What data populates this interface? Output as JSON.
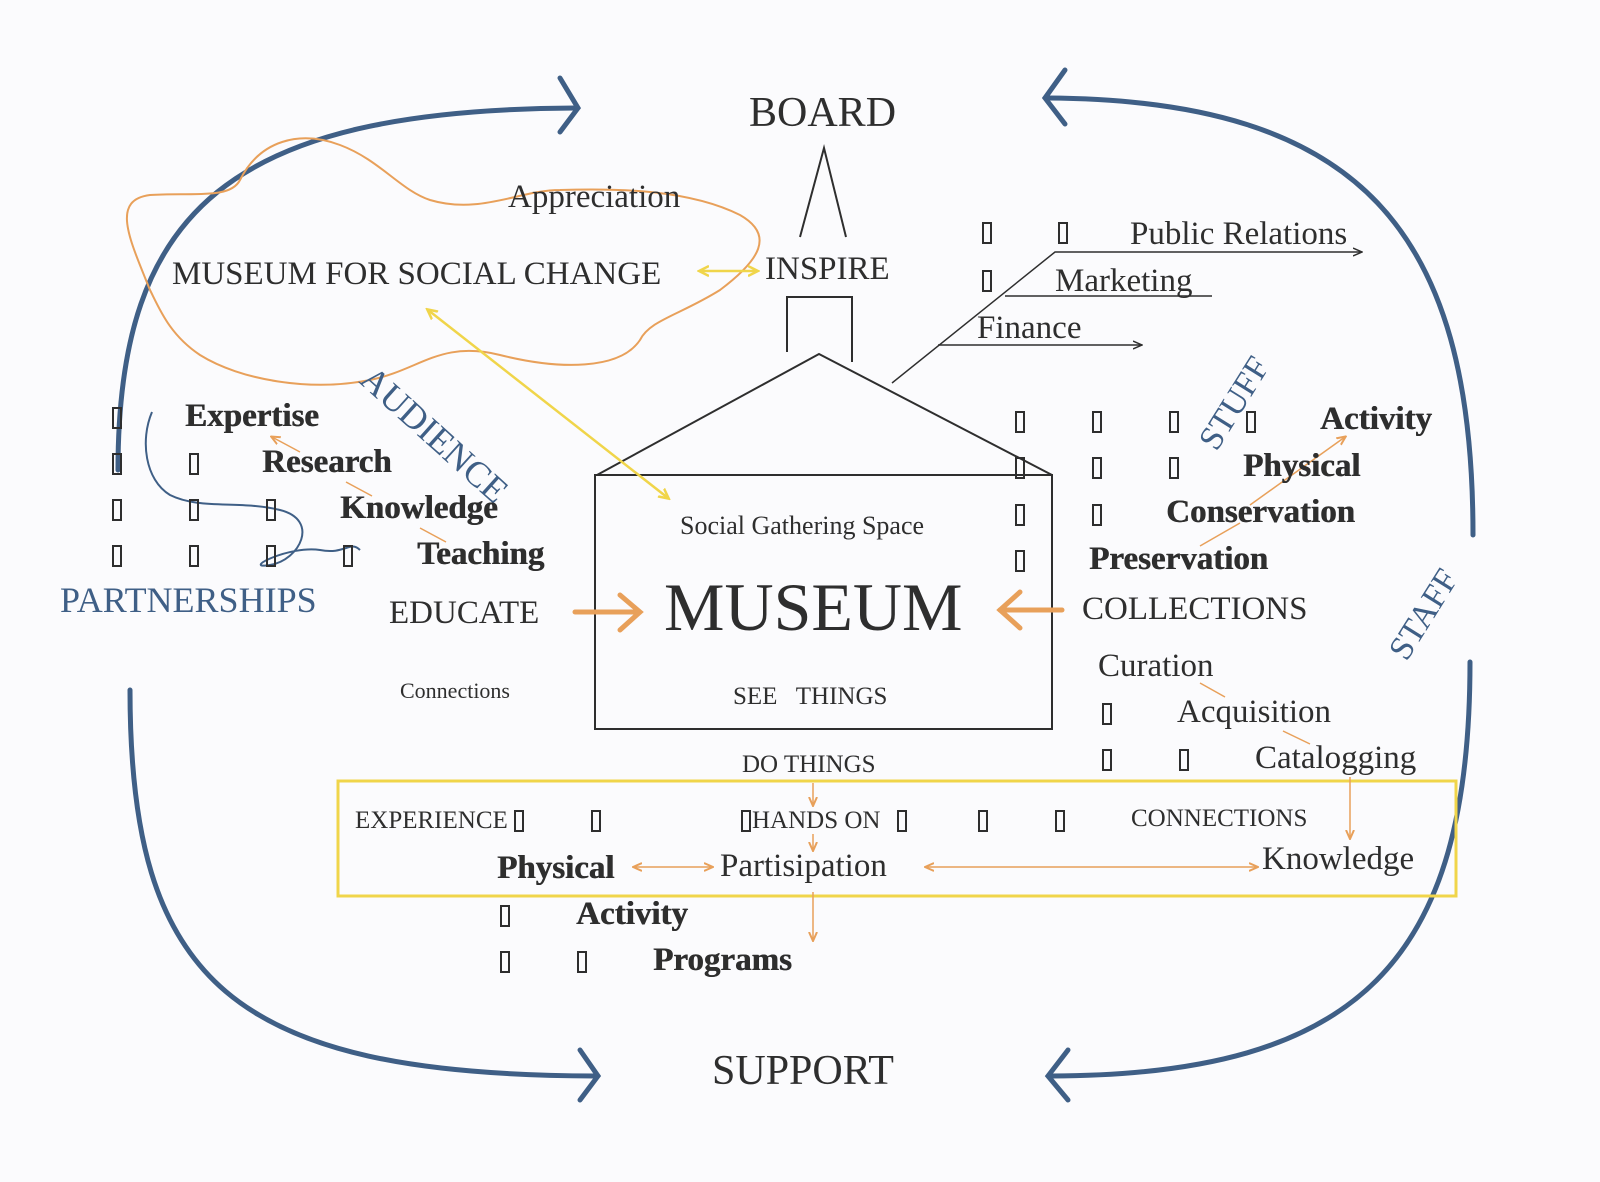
{
  "colors": {
    "blue": "#3f5f86",
    "orange": "#e8a05a",
    "yellow": "#f0d54a",
    "ink": "#2e2e2e"
  },
  "labels": {
    "board": "BOARD",
    "support": "SUPPORT",
    "inspire": "INSPIRE",
    "appreciation": "Appreciation",
    "social_change": "MUSEUM FOR SOCIAL CHANGE",
    "public_relations": "Public Relations",
    "marketing": "Marketing",
    "finance": "Finance",
    "audience": "AUDIENCE",
    "stuff": "STUFF",
    "staff": "STAFF",
    "partnerships": "PARTNERSHIPS",
    "expertise": "Expertise",
    "research": "Research",
    "knowledge_left": "Knowledge",
    "teaching": "Teaching",
    "educate": "EDUCATE",
    "connections_left": "Connections",
    "social_gathering": "Social Gathering Space",
    "museum": "MUSEUM",
    "see_things": "SEE   THINGS",
    "do_things": "DO THINGS",
    "collections": "COLLECTIONS",
    "activity_right": "Activity",
    "physical_right": "Physical",
    "conservation": "Conservation",
    "preservation": "Preservation",
    "curation": "Curation",
    "acquisition": "Acquisition",
    "catalogging": "Catalogging",
    "experience": "EXPERIENCE",
    "hands_on": "HANDS ON",
    "connections_caps": "CONNECTIONS",
    "physical_bottom": "Physical",
    "partisipation": "Partisipation",
    "knowledge_bottom": "Knowledge",
    "activity_bottom": "Activity",
    "programs": "Programs"
  }
}
